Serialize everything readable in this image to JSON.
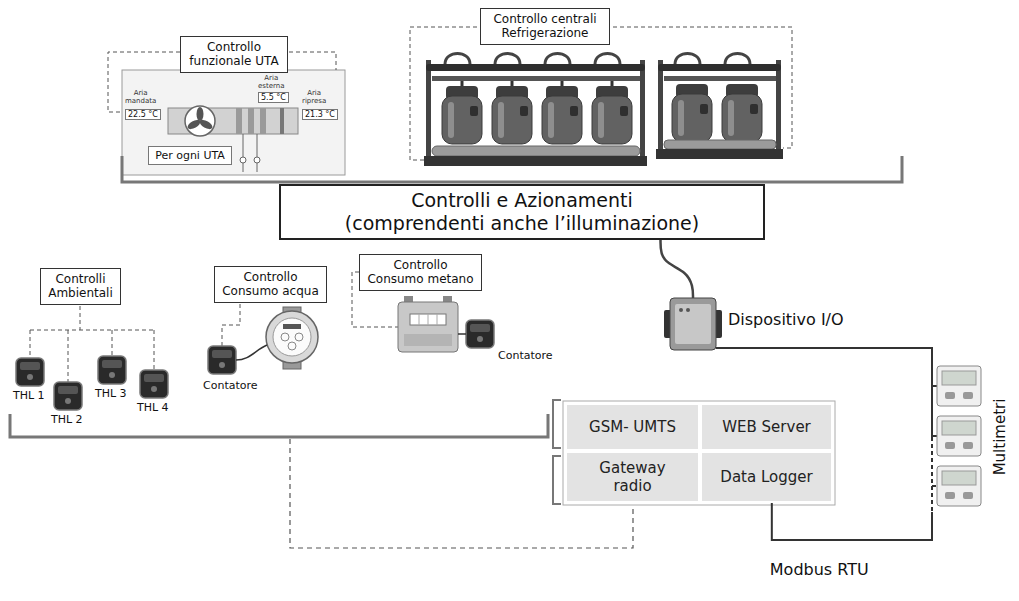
{
  "diagram": {
    "nodes": [
      {
        "text": [
          "Controllo funzionale UTA"
        ]
      },
      {
        "text": [
          "Per ogni UTA"
        ]
      },
      {
        "text": [
          "Controllo centrali Refrigerazione"
        ]
      },
      {
        "text": [
          "Controlli e Azionamenti (comprendenti anche l’illuminazione)"
        ]
      },
      {
        "text": [
          "Dispositivo I/O"
        ]
      },
      {
        "text": [
          "GSM- UMTS"
        ]
      },
      {
        "text": [
          "WEB Server"
        ]
      },
      {
        "text": [
          "Gateway radio"
        ]
      },
      {
        "text": [
          "Data Logger"
        ]
      },
      {
        "text": [
          "Multimetri"
        ]
      },
      {
        "text": [
          "Controlli Ambientali"
        ]
      },
      {
        "text": [
          "Controllo Consumo acqua"
        ]
      },
      {
        "text": [
          "Controllo Consumo metano"
        ]
      }
    ],
    "edges": [
      {
        "from": 3,
        "to": 4,
        "arrow": "none"
      },
      {
        "from": 4,
        "to": 9,
        "arrow": "none"
      },
      {
        "from": 8,
        "to": 9,
        "label": "Modbus RTU",
        "arrow": "none"
      }
    ],
    "labels": [
      "Aria mandata",
      "22.5 °C",
      "Aria esterna",
      "5.5 °C",
      "Aria ripresa",
      "21.3 °C",
      "THL 1",
      "THL 2",
      "THL 3",
      "THL 4",
      "Contatore",
      "Contatore"
    ]
  }
}
